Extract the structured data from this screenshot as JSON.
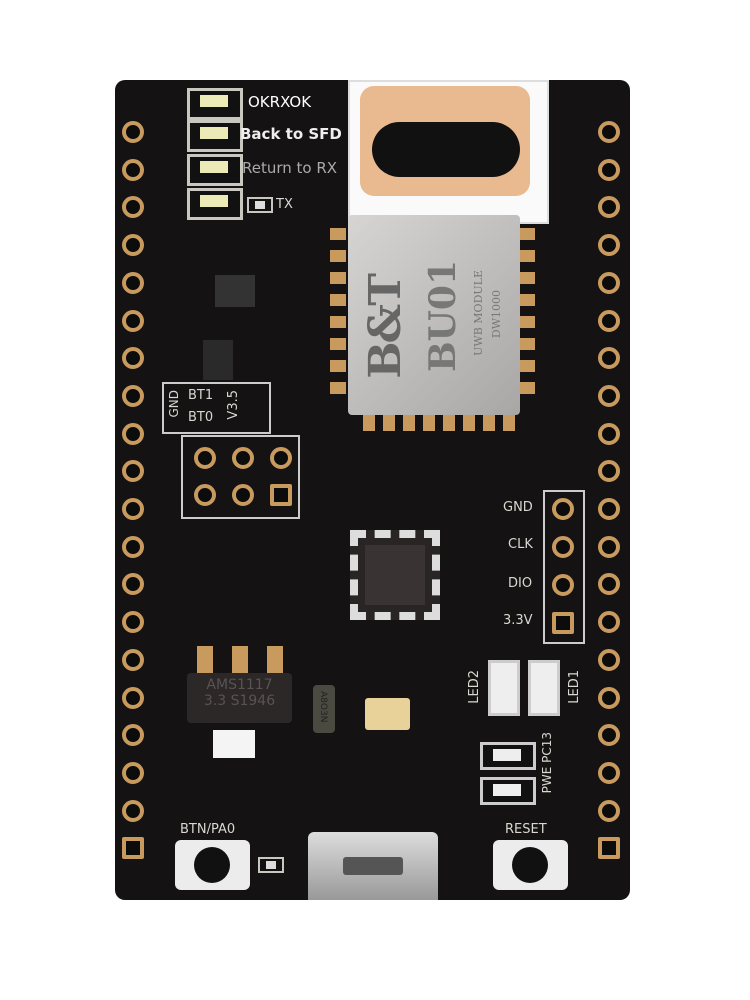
{
  "led_labels": [
    "OKRXOK",
    "Back to SFD",
    "Return to RX",
    "TX"
  ],
  "module": {
    "brand": "B&T",
    "model": "BU01",
    "line1": "UWB MODULE",
    "line2": "DW1000"
  },
  "boot_labels": {
    "gnd": "GND",
    "bt1": "BT1",
    "bt0": "BT0",
    "v": "V3.5"
  },
  "swd_labels": [
    "GND",
    "CLK",
    "DIO",
    "3.3V"
  ],
  "regulator": {
    "line1": "AMS1117",
    "line2": "3.3  S1946"
  },
  "mosfet": "A8O3N",
  "status_labels": {
    "led2": "LED2",
    "led1": "LED1",
    "pwe": "PWE PC13"
  },
  "buttons": {
    "reset": "RESET",
    "user": "BTN/PA0"
  },
  "colors": {
    "board": "#141212",
    "gold": "#c89a5e",
    "silk": "#d8d8d0"
  }
}
